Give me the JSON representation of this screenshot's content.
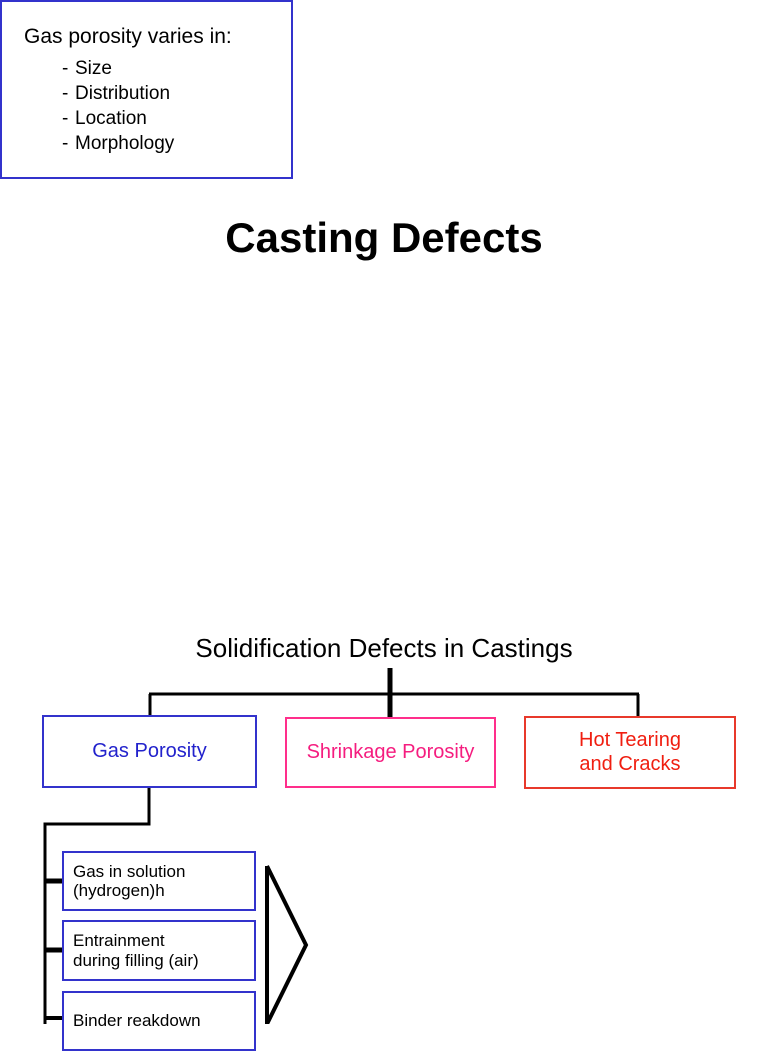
{
  "slide": {
    "title": "Casting Defects",
    "background_color": "#FFFFFF"
  },
  "diagram": {
    "root_label": "Solidification Defects in Castings",
    "colors": {
      "gas_porosity": "#2222CC",
      "shrinkage_porosity": "#F51D7F",
      "hot_tearing": "#F01E10",
      "connector": "#000000",
      "cause_border": "#3333CC",
      "info_border": "#3333CC"
    },
    "level1": [
      {
        "label": "Gas Porosity",
        "color": "#2222CC"
      },
      {
        "label": "Shrinkage Porosity",
        "color": "#F51D7F"
      },
      {
        "label": "Hot Tearing\nand Cracks",
        "color": "#F01E10"
      }
    ],
    "causes": [
      {
        "label": "Gas in solution\n(hydrogen)h"
      },
      {
        "label": "Entrainment\nduring filling (air)"
      },
      {
        "label": "Binder reakdown"
      }
    ],
    "info": {
      "heading": "Gas porosity varies in:",
      "bullet_prefix": "-",
      "items": [
        "Size",
        "Distribution",
        "Location",
        "Morphology"
      ]
    },
    "arrow": {
      "name": "chevron-right-arrow",
      "color": "#000000"
    }
  }
}
